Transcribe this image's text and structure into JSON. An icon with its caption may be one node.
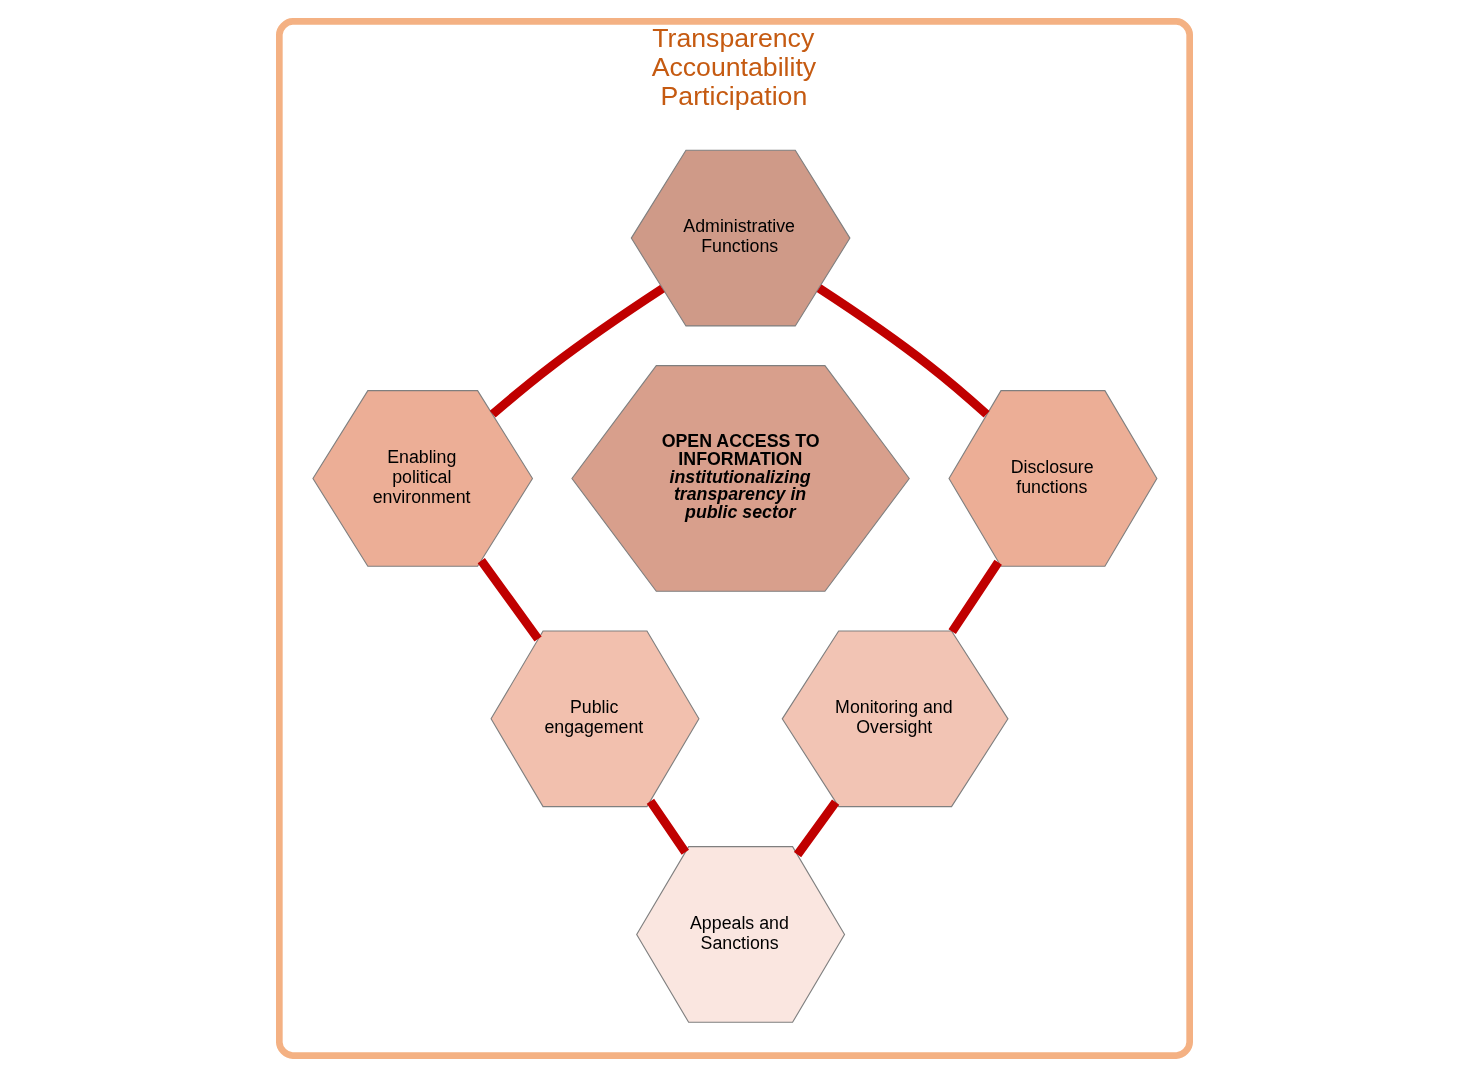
{
  "diagram": {
    "nodes": [
      {
        "text": [
          "Transparency",
          "Accountability",
          "Participation"
        ]
      },
      {
        "text": [
          "Administrative Functions"
        ],
        "in": 0
      },
      {
        "text": [
          "Enabling political environment"
        ],
        "in": 0
      },
      {
        "text": [
          "Disclosure functions"
        ],
        "in": 0
      },
      {
        "text": [
          "OPEN ACCESS TO INFORMATION",
          "institutionalizing transparency in public sector"
        ],
        "in": 0
      },
      {
        "text": [
          "Public engagement"
        ],
        "in": 0
      },
      {
        "text": [
          "Monitoring and Oversight"
        ],
        "in": 0
      },
      {
        "text": [
          "Appeals and Sanctions"
        ],
        "in": 0
      }
    ],
    "edges": [
      {
        "from": 1,
        "to": 2,
        "arrow": "none"
      },
      {
        "from": 1,
        "to": 3,
        "arrow": "none"
      },
      {
        "from": 2,
        "to": 5,
        "arrow": "none"
      },
      {
        "from": 3,
        "to": 6,
        "arrow": "none"
      },
      {
        "from": 5,
        "to": 7,
        "arrow": "none"
      },
      {
        "from": 6,
        "to": 7,
        "arrow": "none"
      }
    ]
  }
}
